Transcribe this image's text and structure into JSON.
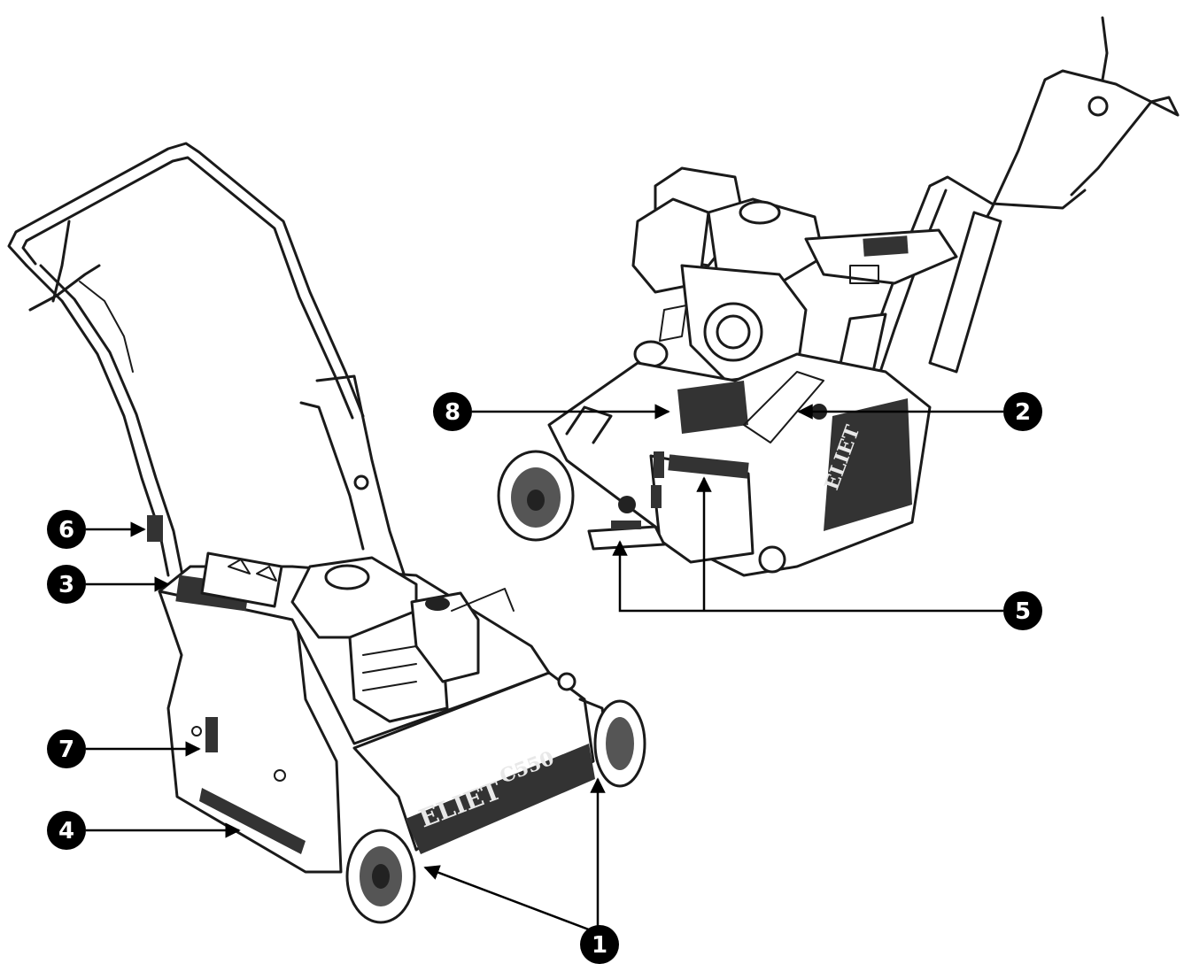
{
  "diagram": {
    "callouts": [
      {
        "id": "1",
        "label": "1"
      },
      {
        "id": "2",
        "label": "2"
      },
      {
        "id": "3",
        "label": "3"
      },
      {
        "id": "4",
        "label": "4"
      },
      {
        "id": "5",
        "label": "5"
      },
      {
        "id": "6",
        "label": "6"
      },
      {
        "id": "7",
        "label": "7"
      },
      {
        "id": "8",
        "label": "8"
      }
    ],
    "front_machine": {
      "brand": "ELIET",
      "model": "C550"
    },
    "rear_machine": {
      "brand": "ELIET"
    }
  }
}
